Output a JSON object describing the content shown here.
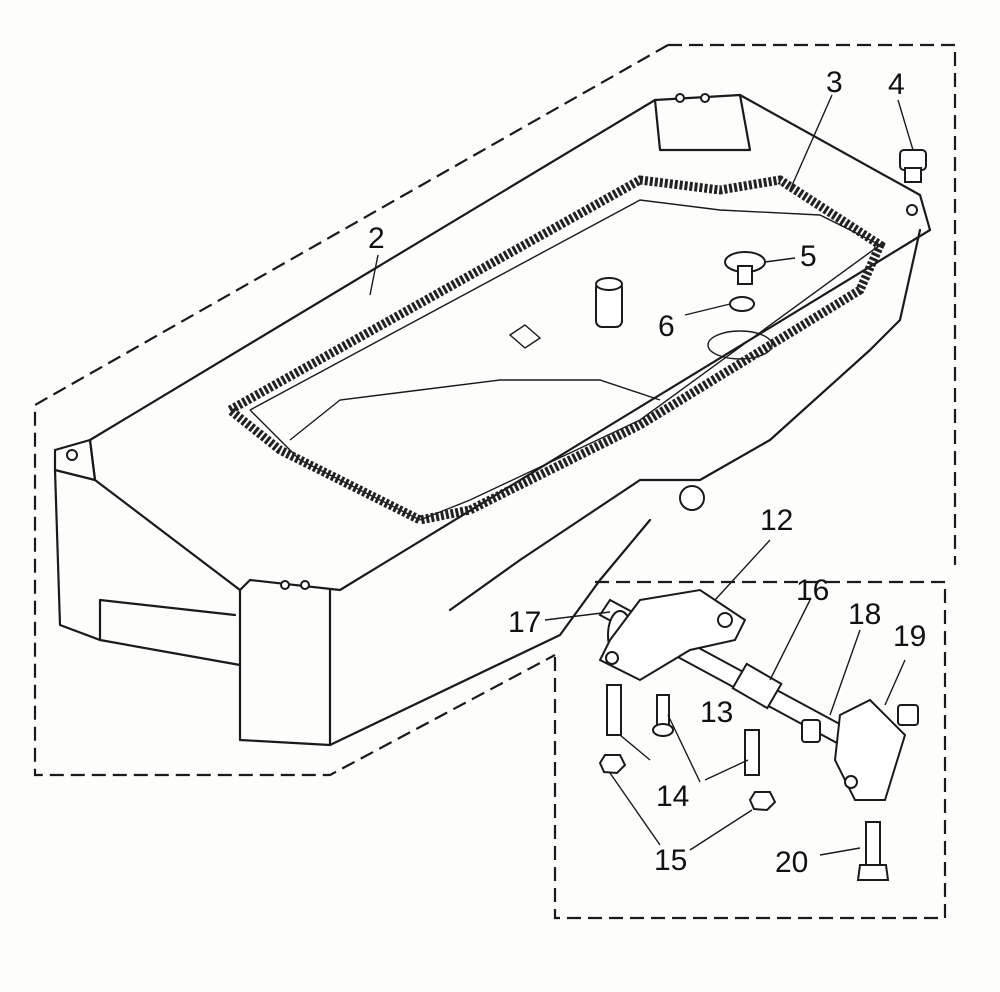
{
  "diagram": {
    "type": "exploded parts diagram",
    "part_labels": {
      "p2": "2",
      "p3": "3",
      "p4": "4",
      "p5": "5",
      "p6": "6",
      "p12": "12",
      "p13": "13",
      "p14": "14",
      "p15": "15",
      "p16": "16",
      "p17": "17",
      "p18": "18",
      "p19": "19",
      "p20": "20"
    }
  }
}
